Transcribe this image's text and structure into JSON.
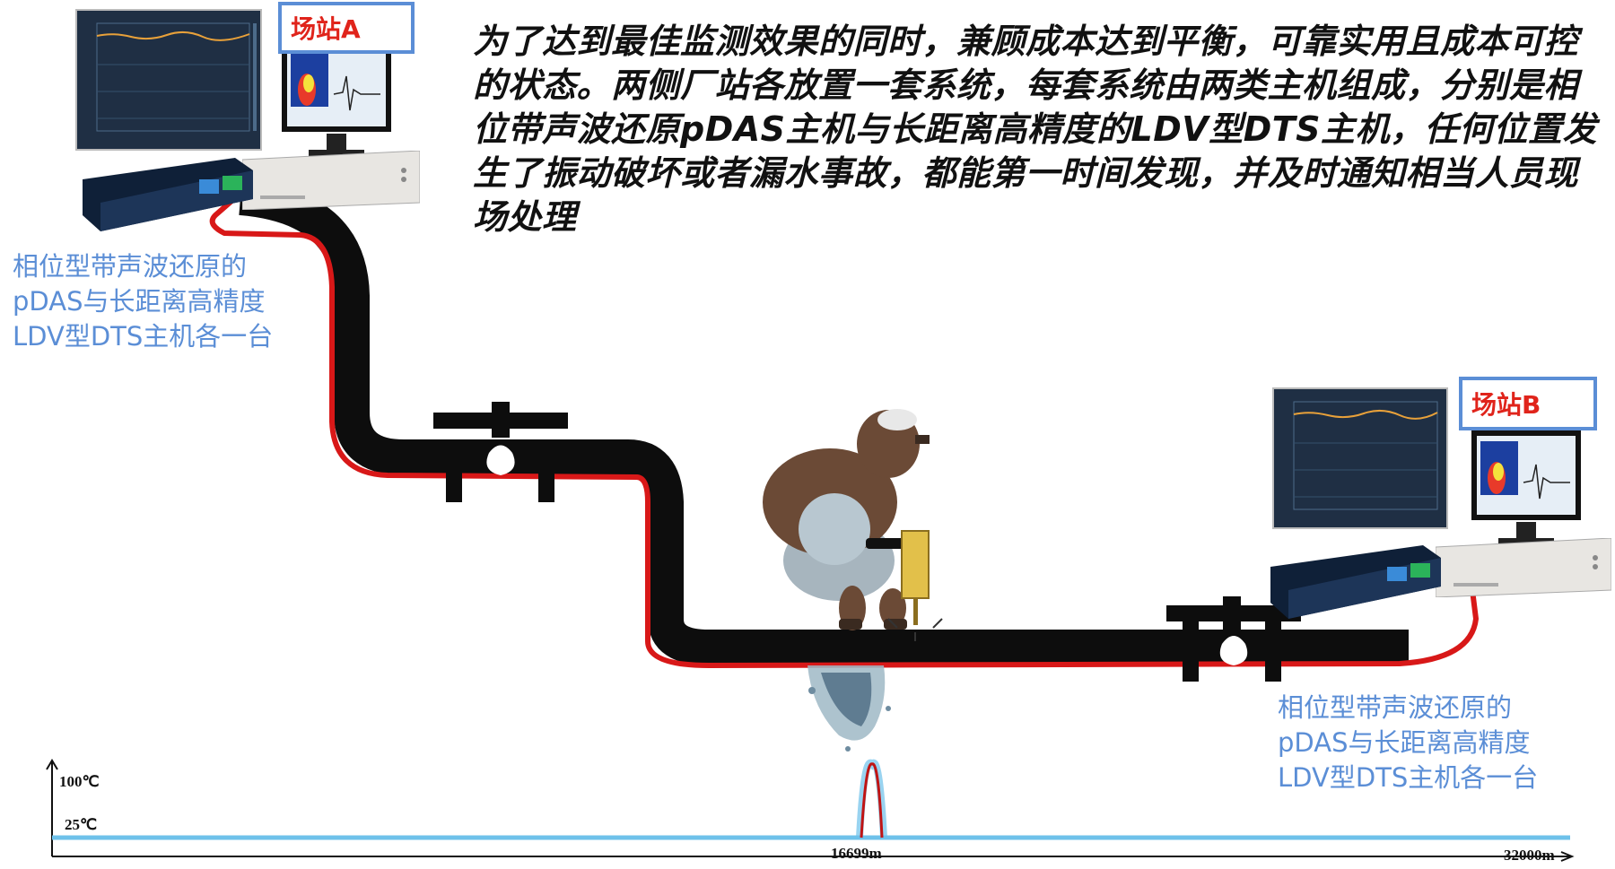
{
  "headline": "为了达到最佳监测效果的同时，兼顾成本达到平衡，可靠实用且成本可控的状态。两侧厂站各放置一套系统，每套系统由两类主机组成，分别是相位带声波还原pDAS主机与长距离高精度的LDV型DTS主机，任何位置发生了振动破坏或者漏水事故，都能第一时间发现，并及时通知相当人员现场处理",
  "station_a": {
    "label": "场站A",
    "desc_lines": [
      "相位型带声波还原的",
      "pDAS与长距离高精度",
      "LDV型DTS主机各一台"
    ]
  },
  "station_b": {
    "label": "场站B",
    "desc_lines": [
      "相位型带声波还原的",
      "pDAS与长距离高精度",
      "LDV型DTS主机各一台"
    ]
  },
  "temperature_axis": {
    "high_label": "100℃",
    "base_label": "25℃",
    "event_position": "16699m",
    "end_position": "32000m"
  },
  "colors": {
    "pipe": "#0d0d0d",
    "fiber": "#d81818",
    "baseline": "#6ec1ea",
    "label_blue": "#5b8ed6",
    "label_red": "#e0241b"
  }
}
